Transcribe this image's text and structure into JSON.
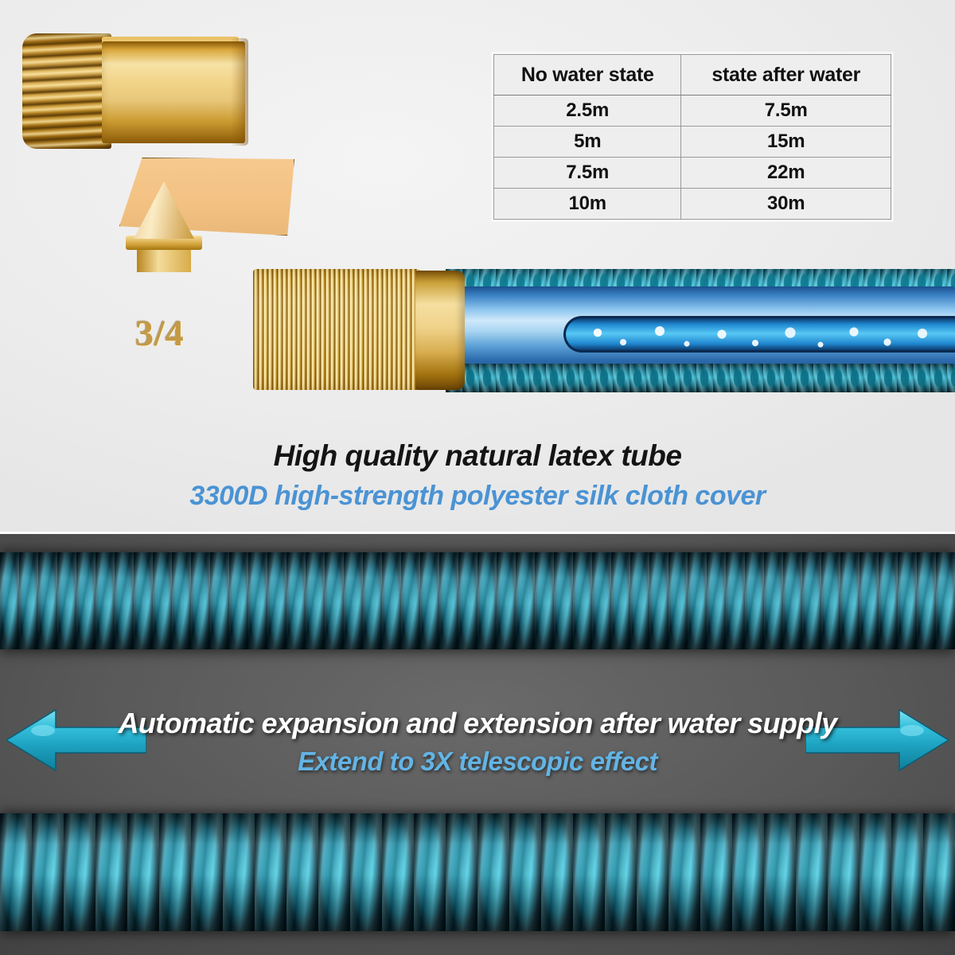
{
  "top_panel": {
    "spec_table": {
      "headers": [
        "No water state",
        "state after water"
      ],
      "rows": [
        [
          "2.5m",
          "7.5m"
        ],
        [
          "5m",
          "15m"
        ],
        [
          "7.5m",
          "22m"
        ],
        [
          "10m",
          "30m"
        ]
      ]
    },
    "connector": {
      "size_marking": "3/4"
    },
    "caption_main": "High quality natural latex tube",
    "caption_sub": "3300D high-strength polyester silk cloth cover"
  },
  "bottom_panel": {
    "caption_main": "Automatic expansion and extension after water supply",
    "caption_sub": "Extend to 3X telescopic effect",
    "arrow_left_label": "expand-left",
    "arrow_right_label": "expand-right"
  },
  "colors": {
    "accent_blue": "#4a93d4",
    "hose_teal": "#21b4d2",
    "brass": "#f0d28a",
    "arrow_cyan": "#2bb8d4",
    "top_background": "#efefef",
    "bottom_background": "#5a5a5a"
  }
}
